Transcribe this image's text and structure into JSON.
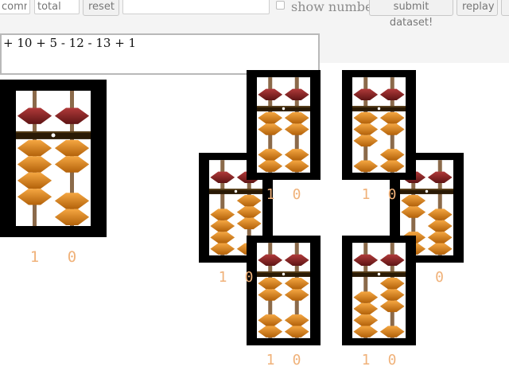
{
  "toolbar": {
    "comm_placeholder": "comm",
    "total_placeholder": "total",
    "reset_label": "reset",
    "show_numbers_label": "show numbers",
    "submit_label": "submit dataset!",
    "replay_label": "replay"
  },
  "expression": "+ 10 + 5 - 12 - 13 + 1",
  "colors": {
    "frame": "#000000",
    "beam": "#2a1a05",
    "rod": "#8b6a4a",
    "heaven_bead": "#8b2020",
    "earth_bead": "#e08a1e",
    "digit": "#f0b27a"
  },
  "abacuses": [
    {
      "name": "main",
      "digits": [
        "1",
        "0"
      ],
      "columns": [
        {
          "heaven_active": false,
          "earth_active": 4
        },
        {
          "heaven_active": false,
          "earth_active": 2
        }
      ]
    },
    {
      "name": "a",
      "digits": [
        "1",
        "0"
      ],
      "columns": [
        {
          "heaven_active": false,
          "earth_active": 2
        },
        {
          "heaven_active": false,
          "earth_active": 2
        }
      ]
    },
    {
      "name": "b",
      "digits": [
        "1",
        "0"
      ],
      "columns": [
        {
          "heaven_active": false,
          "earth_active": 3
        },
        {
          "heaven_active": false,
          "earth_active": 2
        }
      ]
    },
    {
      "name": "c",
      "digits": [
        "1",
        "0"
      ],
      "columns": [
        {
          "heaven_active": false,
          "earth_active": 0
        },
        {
          "heaven_active": false,
          "earth_active": 3
        }
      ]
    },
    {
      "name": "d",
      "digits": [
        "0"
      ],
      "columns": [
        {
          "heaven_active": false,
          "earth_active": 2
        },
        {
          "heaven_active": false,
          "earth_active": 0
        }
      ]
    },
    {
      "name": "e",
      "digits": [
        "1",
        "0"
      ],
      "columns": [
        {
          "heaven_active": false,
          "earth_active": 2
        },
        {
          "heaven_active": false,
          "earth_active": 2
        }
      ]
    },
    {
      "name": "f",
      "digits": [
        "1",
        "0"
      ],
      "columns": [
        {
          "heaven_active": false,
          "earth_active": 0
        },
        {
          "heaven_active": false,
          "earth_active": 3
        }
      ]
    }
  ]
}
